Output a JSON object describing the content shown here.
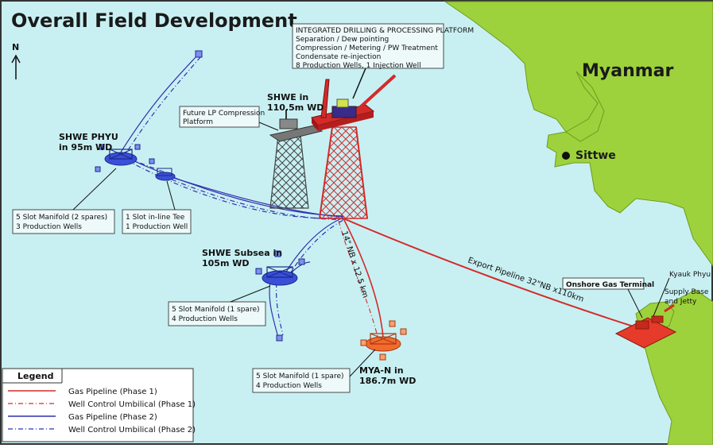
{
  "title": "Overall Field Development",
  "north": "N",
  "country": "Myanmar",
  "city": "Sittwe",
  "platform_box": {
    "lines": [
      "INTEGRATED DRILLING & PROCESSING PLATFORM",
      "Separation / Dew pointing",
      "Compression / Metering / PW Treatment",
      "Condensate re-injection",
      "8 Production Wells, 1 Injection Well"
    ]
  },
  "shwe": {
    "name": "SHWE in",
    "depth": "110.5m WD"
  },
  "future_lp": {
    "lines": [
      "Future LP Compression",
      "Platform"
    ]
  },
  "shwe_phyu": {
    "name": "SHWE PHYU",
    "depth": "in 95m WD"
  },
  "shwe_phyu_box": {
    "lines": [
      "5 Slot Manifold (2 spares)",
      "3 Production Wells"
    ]
  },
  "inline_tee_box": {
    "lines": [
      "1 Slot in-line Tee",
      "1 Production Well"
    ]
  },
  "shwe_subsea": {
    "name": "SHWE Subsea in",
    "depth": "105m WD"
  },
  "shwe_subsea_box": {
    "lines": [
      "5 Slot Manifold (1 spare)",
      "4 Production Wells"
    ]
  },
  "mya_n_box": {
    "lines": [
      "5 Slot Manifold (1 spare)",
      "4 Production Wells"
    ]
  },
  "mya_n": {
    "name": "MYA-N  in",
    "depth": "186.7m WD"
  },
  "nb14_label": "14\" NB x 12.5 km",
  "export_label": "Export Pipeline 32\"NB x110km",
  "onshore": "Onshore Gas Terminal",
  "kyauk": {
    "name": "Kyauk Phyu",
    "supply": "Supply Base",
    "jetty": "and Jetty"
  },
  "legend": {
    "title": "Legend",
    "items": [
      {
        "label": "Gas Pipeline (Phase 1)",
        "color": "#d42a2a",
        "style": "solid"
      },
      {
        "label": "Well Control Umbilical (Phase 1)",
        "color": "#d42a2a",
        "style": "dashdot"
      },
      {
        "label": "Gas Pipeline (Phase 2)",
        "color": "#3030b0",
        "style": "solid"
      },
      {
        "label": "Well Control Umbilical (Phase 2)",
        "color": "#3030b0",
        "style": "dashdot"
      }
    ]
  },
  "colors": {
    "sea": "#c8f0f2",
    "land": "#9dd23c",
    "phase1": "#d42a2a",
    "phase2": "#3030b0",
    "manifold_blue": "#3a4fd8",
    "manifold_orange": "#f26a2e"
  }
}
